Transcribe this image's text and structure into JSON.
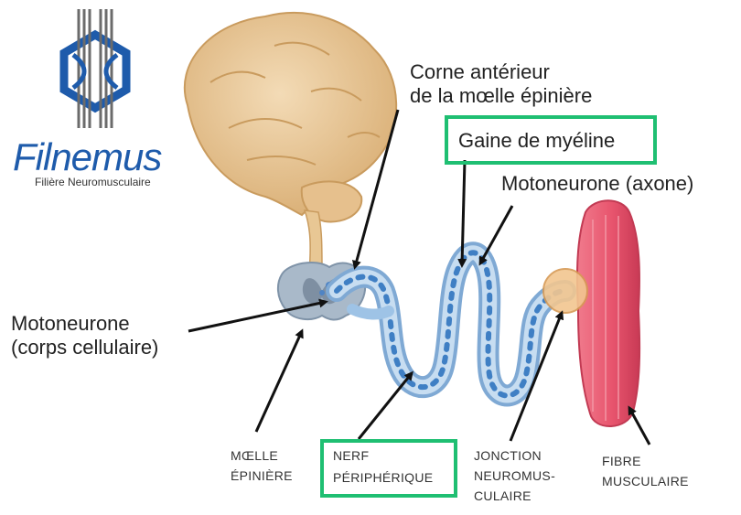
{
  "logo": {
    "name": "Filnemus",
    "subtitle": "Filière Neuromusculaire"
  },
  "labels": {
    "corne_line1": "Corne antérieur",
    "corne_line2": "de la mœlle épinière",
    "gaine": "Gaine de myéline",
    "axone": "Motoneurone (axone)",
    "corps_line1": "Motoneurone",
    "corps_line2": "(corps cellulaire)",
    "moelle_line1": "MŒLLE",
    "moelle_line2": "ÉPINIÈRE",
    "nerf_line1": "NERF",
    "nerf_line2": "PÉRIPHÉRIQUE",
    "jonction_line1": "JONCTION",
    "jonction_line2": "NEUROMUS-",
    "jonction_line3": "CULAIRE",
    "fibre_line1": "FIBRE",
    "fibre_line2": "MUSCULAIRE"
  },
  "colors": {
    "highlight": "#1fbf72",
    "brain": "#eac99a",
    "nerve": "#9ec3e6",
    "muscle": "#e8556e",
    "logo_blue": "#1e5bab"
  }
}
